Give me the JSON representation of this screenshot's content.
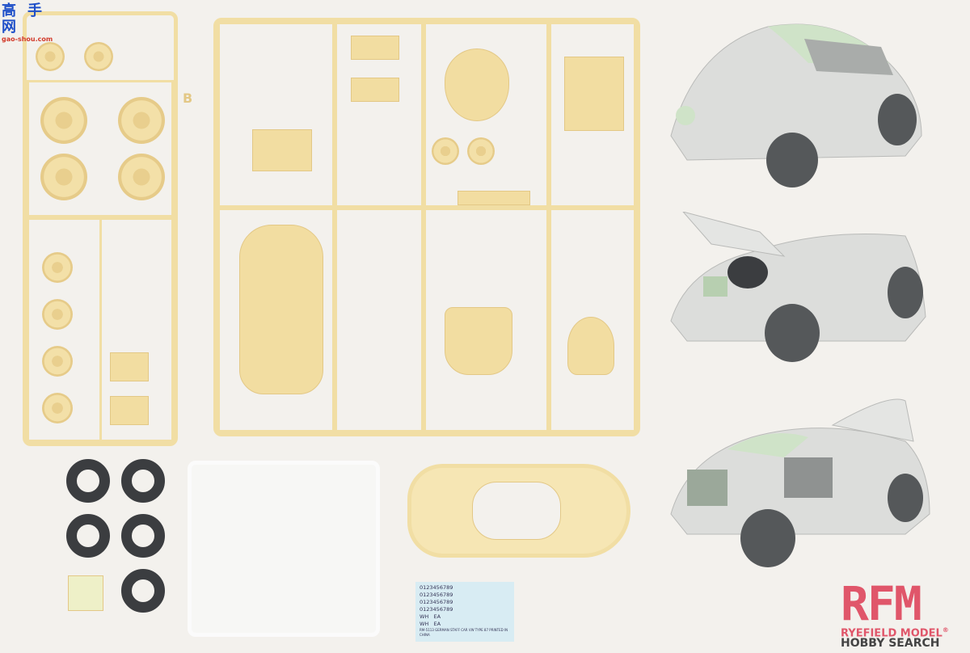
{
  "watermark": {
    "chinese": "高手网",
    "url": "gao-shou.com"
  },
  "brand": {
    "logo": "RFM",
    "name": "RYEFIELD MODEL",
    "registered": "®",
    "distributor": "HOBBY SEARCH"
  },
  "decal_sheet": {
    "number_rows": [
      "0123456789",
      "0123456789",
      "0123456789",
      "0123456789"
    ],
    "plates": [
      "WH",
      "EA",
      "WH",
      "EA"
    ],
    "caption": "RM-5113 GERMAN STAFF CAR VW TYPE 87",
    "printed": "PRINTED IN CHINA"
  },
  "sprue_letter": "B",
  "colors": {
    "plastic": "#f1dea4",
    "assembled": "#d9dad8",
    "tire": "#3b3d40",
    "roof": "#cfe3c8",
    "brand": "#e0566a",
    "background": "#f3f1ed"
  }
}
